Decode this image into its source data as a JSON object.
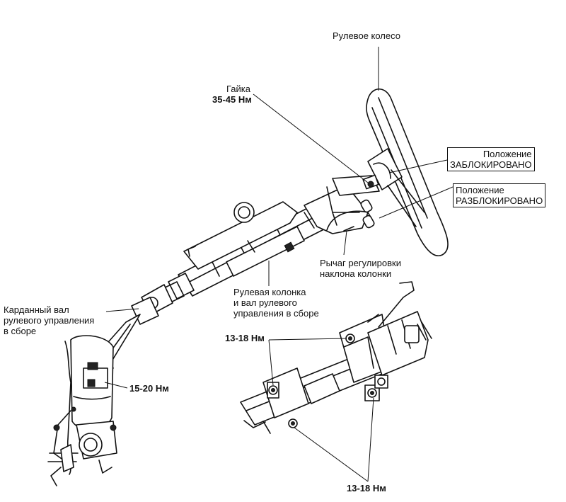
{
  "labels": {
    "steering_wheel": "Рулевое колесо",
    "nut_title": "Гайка",
    "nut_torque": "35-45 Нм",
    "locked_line1": "Положение",
    "locked_line2": "ЗАБЛОКИРОВАНО",
    "unlocked_line1": "Положение",
    "unlocked_line2": "РАЗБЛОКИРОВАНО",
    "tilt_lever_line1": "Рычаг регулировки",
    "tilt_lever_line2": "наклона колонки",
    "column_line1": "Рулевая колонка",
    "column_line2": "и вал рулевого",
    "column_line3": "управления в сборе",
    "cardan_line1": "Карданный вал",
    "cardan_line2": "рулевого управления",
    "cardan_line3": "в сборе",
    "torque_top": "13-18 Нм",
    "torque_joint": "15-20 Нм",
    "torque_bottom": "13-18 Нм"
  },
  "colors": {
    "ink": "#111111",
    "paper": "#ffffff"
  }
}
